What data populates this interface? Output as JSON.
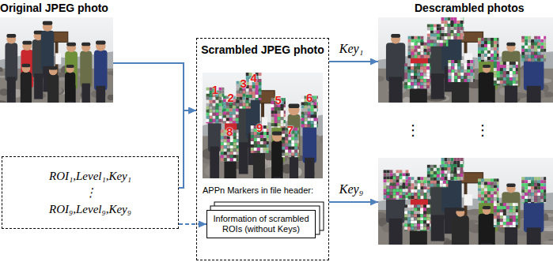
{
  "diagram": {
    "nodes": [
      {
        "text": [
          "Original JPEG photo"
        ]
      },
      {
        "text": [
          "ROI₁,Level₁,Key₁",
          "⋮",
          "ROI₉,Level₉,Key₉"
        ]
      },
      {
        "text": [
          "Scrambled JPEG photo",
          "APPn Markers in file header:"
        ]
      },
      {
        "text": [
          "Information of scrambled ROIs (without Keys)"
        ],
        "in": 2
      },
      {
        "text": [
          "Descrambled photos"
        ]
      },
      {
        "text": []
      }
    ],
    "edges": [
      {
        "from": 0,
        "to": 2,
        "arrow": "to"
      },
      {
        "from": 1,
        "to": 2,
        "arrow": "to"
      },
      {
        "from": 1,
        "to": 3,
        "arrow": "to"
      },
      {
        "from": 2,
        "to": 4,
        "arrow": "to",
        "label": "Key₁"
      },
      {
        "from": 2,
        "to": 5,
        "arrow": "to",
        "label": "Key₉"
      }
    ],
    "labels": [
      "1",
      "2",
      "3",
      "4",
      "5",
      "6",
      "7",
      "8",
      "9",
      "⋮",
      "⋮"
    ]
  }
}
